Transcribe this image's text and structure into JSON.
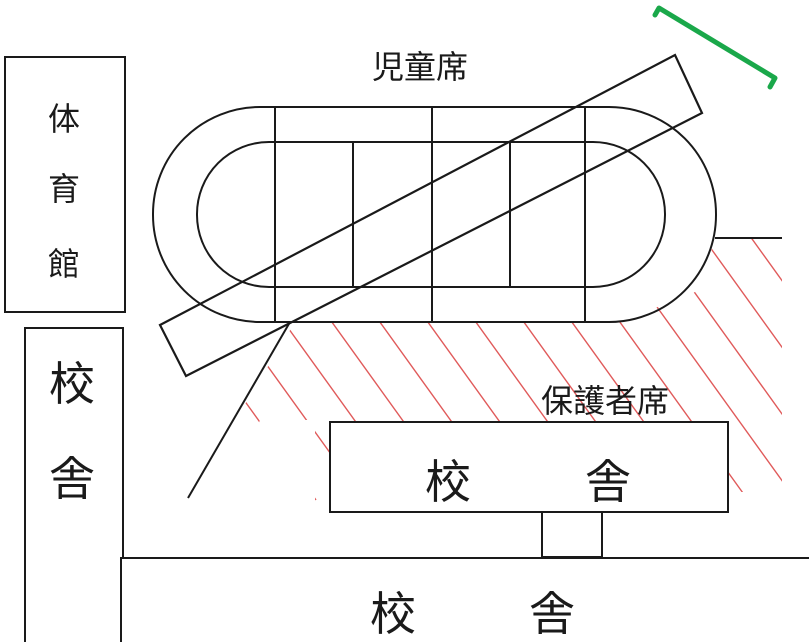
{
  "labels": {
    "children_seats": "児童席",
    "guardian_seats": "保護者席",
    "gym_1": "体",
    "gym_2": "育",
    "gym_3": "館",
    "left_school_1": "校",
    "left_school_2": "舎",
    "mid_school_1": "校",
    "mid_school_2": "舎",
    "bottom_school_1": "校",
    "bottom_school_2": "舎"
  },
  "colors": {
    "outline": "#1a1a1a",
    "hatch": "#e05a5a",
    "marker": "#1aa84a",
    "background": "#ffffff"
  }
}
